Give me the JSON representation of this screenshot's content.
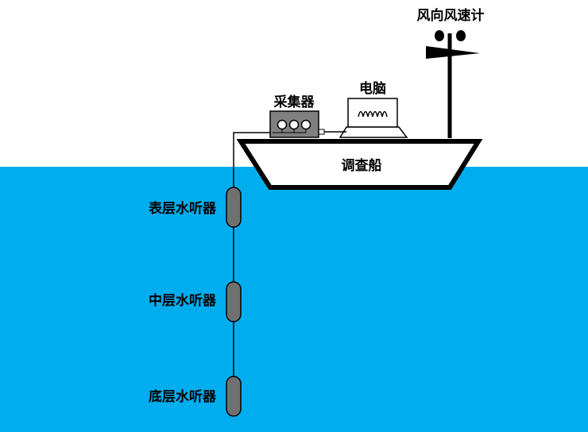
{
  "colors": {
    "sea": "#00AEEF",
    "sky": "#FFFFFF",
    "hull_fill": "#FFFFFF",
    "outline": "#000000",
    "collector_fill": "#808080",
    "hydrophone_fill": "#707070"
  },
  "labels": {
    "anemometer": "风向风速计",
    "computer": "电脑",
    "collector": "采集器",
    "ship": "调查船",
    "hydrophone_surface": "表层水听器",
    "hydrophone_middle": "中层水听器",
    "hydrophone_bottom": "底层水听器"
  },
  "icons": {
    "anemometer": "wind-vane-icon",
    "computer": "laptop-waveform-icon",
    "collector": "data-collector-icon",
    "hydrophone": "hydrophone-capsule-icon"
  }
}
